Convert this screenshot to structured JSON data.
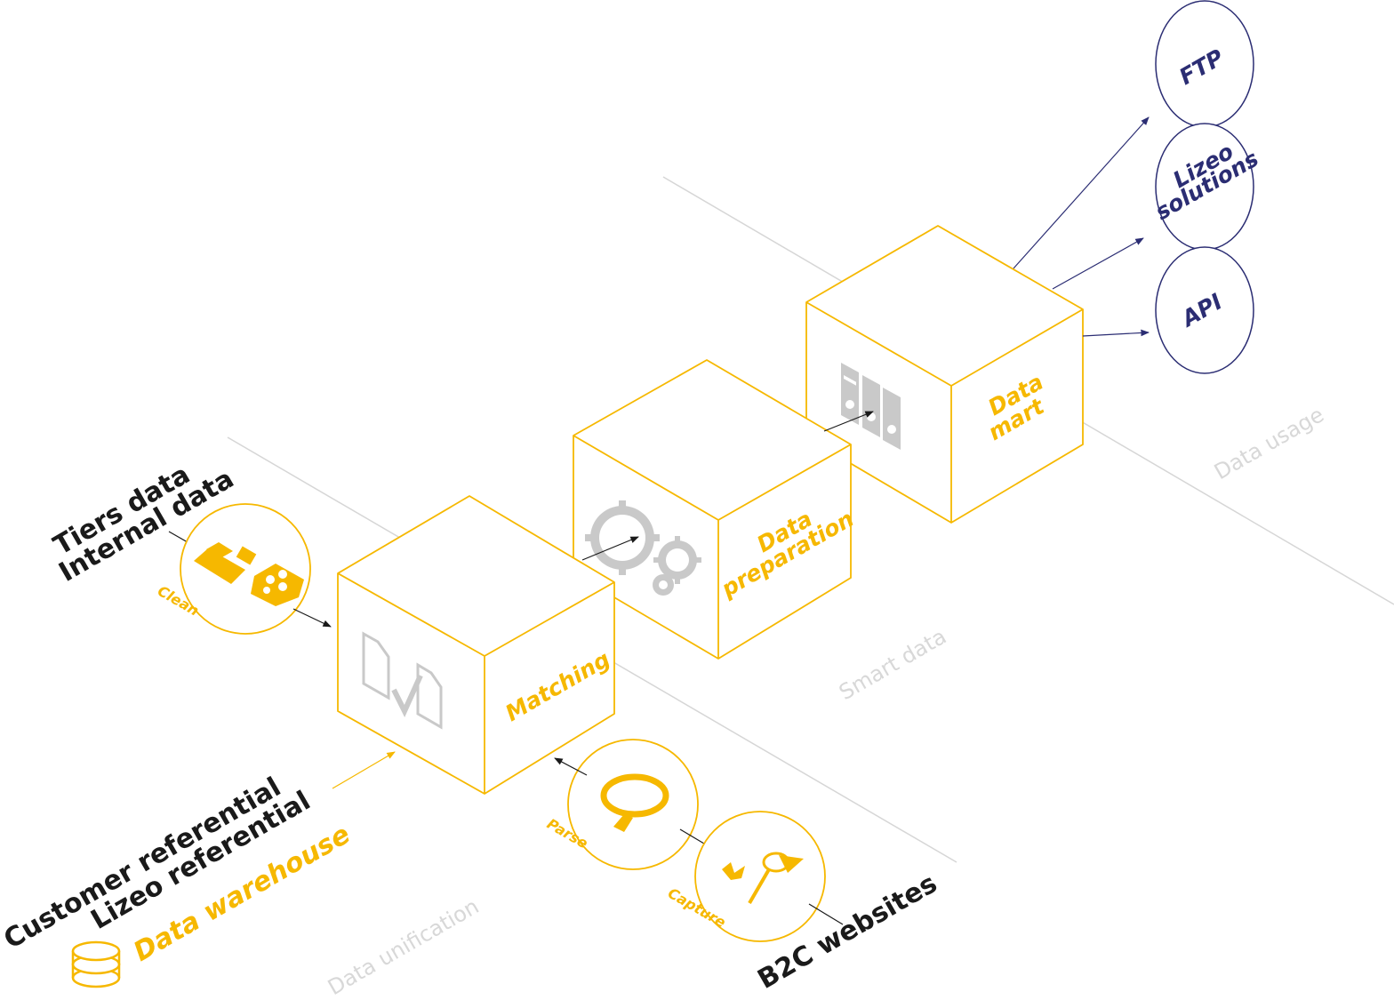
{
  "zones": {
    "data_unification": "Data unification",
    "smart_data": "Smart data",
    "data_usage": "Data usage"
  },
  "sources": {
    "tiers_data": "Tiers data",
    "internal_data": "Internal data",
    "customer_referential": "Customer referential",
    "lizeo_referential": "Lizeo referential",
    "data_warehouse": "Data warehouse",
    "b2c_websites": "B2C websites"
  },
  "steps": {
    "clean": "Clean",
    "parse": "Parse",
    "capture": "Capture"
  },
  "cubes": {
    "matching": "Matching",
    "data_preparation_line1": "Data",
    "data_preparation_line2": "preparation",
    "data_mart_line1": "Data",
    "data_mart_line2": "mart"
  },
  "outputs": {
    "ftp": "FTP",
    "lizeo_line1": "Lizeo",
    "lizeo_line2": "solutions",
    "api": "API"
  },
  "colors": {
    "accent_yellow": "#f6b800",
    "navy": "#2b2d73",
    "icon_gray": "#c9c9c9",
    "zone_gray": "#d8d8d8",
    "text_black": "#1a1a1a"
  }
}
